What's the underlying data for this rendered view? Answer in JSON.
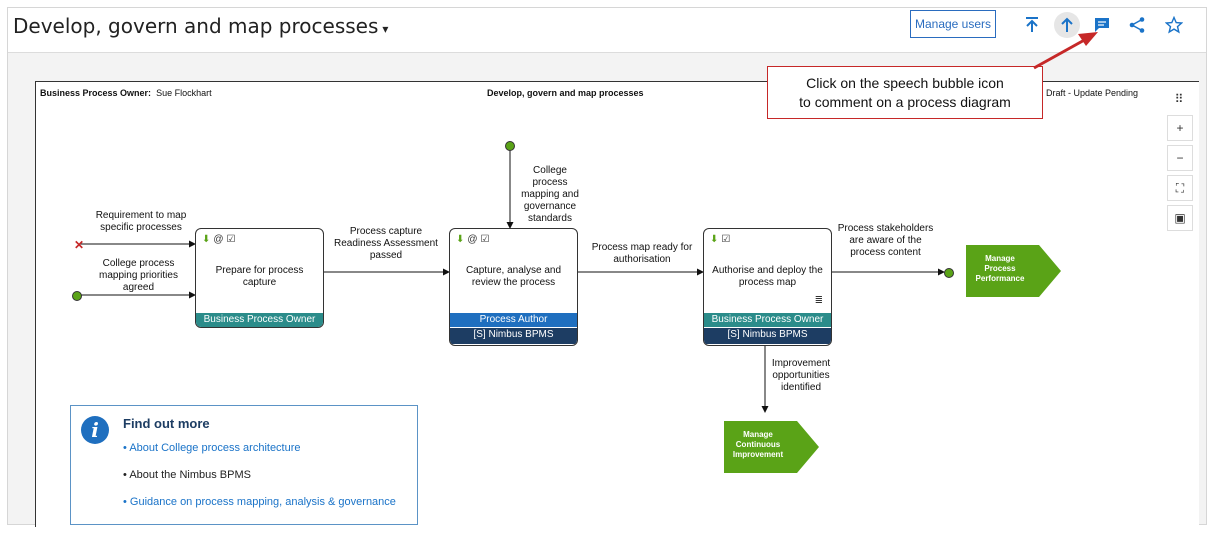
{
  "header": {
    "title": "Develop, govern and map processes",
    "title_caret": "▾",
    "manage_users": "Manage users"
  },
  "toolbar_icons": [
    "go-to-top-icon",
    "go-up-icon",
    "comment-icon",
    "share-icon",
    "favorite-star-icon"
  ],
  "callout": {
    "line1": "Click on the speech bubble icon",
    "line2": "to comment on a process diagram"
  },
  "diagram": {
    "owner_label": "Business Process Owner:",
    "owner_name": "Sue Flockhart",
    "title": "Develop, govern and map processes",
    "status": "Draft - Update Pending",
    "inputs": {
      "requirement": "Requirement to map specific processes",
      "priorities": "College process mapping priorities agreed",
      "standards": "College process mapping and governance standards"
    },
    "activities": [
      {
        "title": "Prepare for process capture",
        "roles": [
          "Business Process Owner"
        ]
      },
      {
        "title": "Capture, analyse and review the process",
        "roles": [
          "Process Author",
          "[S] Nimbus BPMS"
        ]
      },
      {
        "title": "Authorise and deploy the process map",
        "roles": [
          "Business Process Owner",
          "[S] Nimbus BPMS"
        ]
      }
    ],
    "flows": {
      "f1": "Process capture Readiness Assessment passed",
      "f2": "Process map ready for authorisation",
      "f3": "Process stakeholders are aware of the process content",
      "f4": "Improvement opportunities identified"
    },
    "links": {
      "performance": "Manage Process Performance",
      "improvement": "Manage Continuous Improvement"
    },
    "colors": {
      "link_green": "#5aa317",
      "teal": "#2b8c8a",
      "blue": "#1f6fbf",
      "navy": "#1d3d63",
      "callout_red": "#c62828"
    }
  },
  "find_out_more": {
    "icon": "info-icon",
    "title": "Find out more",
    "links": [
      "About College process architecture",
      "About the Nimbus BPMS",
      "Guidance on process mapping, analysis & governance"
    ]
  }
}
